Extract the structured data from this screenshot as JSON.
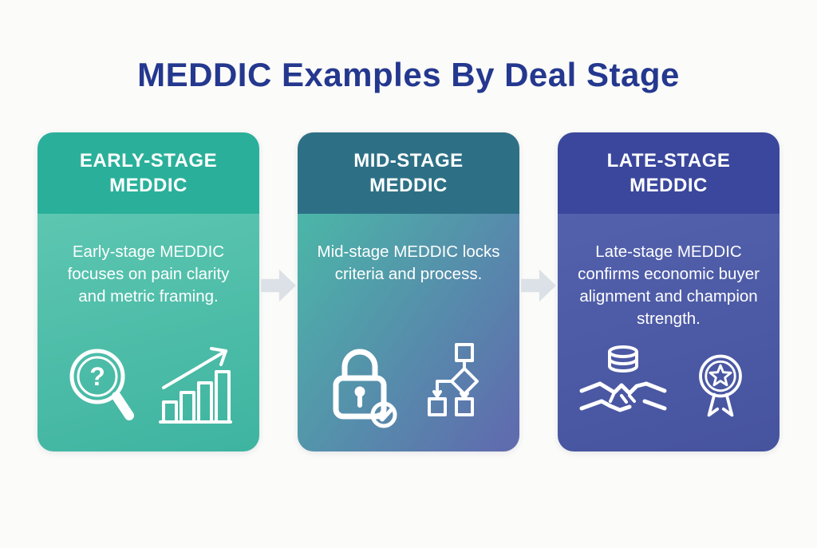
{
  "page": {
    "title": "MEDDIC Examples By Deal Stage",
    "background": "#fbfbf9"
  },
  "colors": {
    "title_text": "#24388f",
    "card_text": "#ffffff",
    "arrow": "#dce1e7",
    "card1_header": "#2ab09a",
    "card1_body_gradient": [
      "#5dc6b1",
      "#3eb4a0"
    ],
    "card2_header": "#2d7086",
    "card2_body_gradient": [
      "#4cb3a8",
      "#5f6cae"
    ],
    "card3_header": "#3a479c",
    "card3_body_gradient": [
      "#5361ad",
      "#46539e"
    ]
  },
  "glyphs": {
    "magnifier_question": "?"
  },
  "arrows": [
    {
      "name": "arrow-early-to-mid"
    },
    {
      "name": "arrow-mid-to-late"
    }
  ],
  "cards": [
    {
      "title_line1": "EARLY-STAGE",
      "title_line2": "MEDDIC",
      "description": "Early-stage MEDDIC focuses on pain clarity and metric framing.",
      "icons": [
        "magnifier-question-icon",
        "bar-chart-growth-icon"
      ]
    },
    {
      "title_line1": "MID-STAGE",
      "title_line2": "MEDDIC",
      "description": "Mid-stage MEDDIC locks criteria and process.",
      "icons": [
        "padlock-check-icon",
        "flowchart-icon"
      ]
    },
    {
      "title_line1": "LATE-STAGE",
      "title_line2": "MEDDIC",
      "description": "Late-stage MEDDIC confirms economic buyer alignment and champion strength.",
      "icons": [
        "handshake-coins-icon",
        "award-ribbon-icon"
      ]
    }
  ]
}
